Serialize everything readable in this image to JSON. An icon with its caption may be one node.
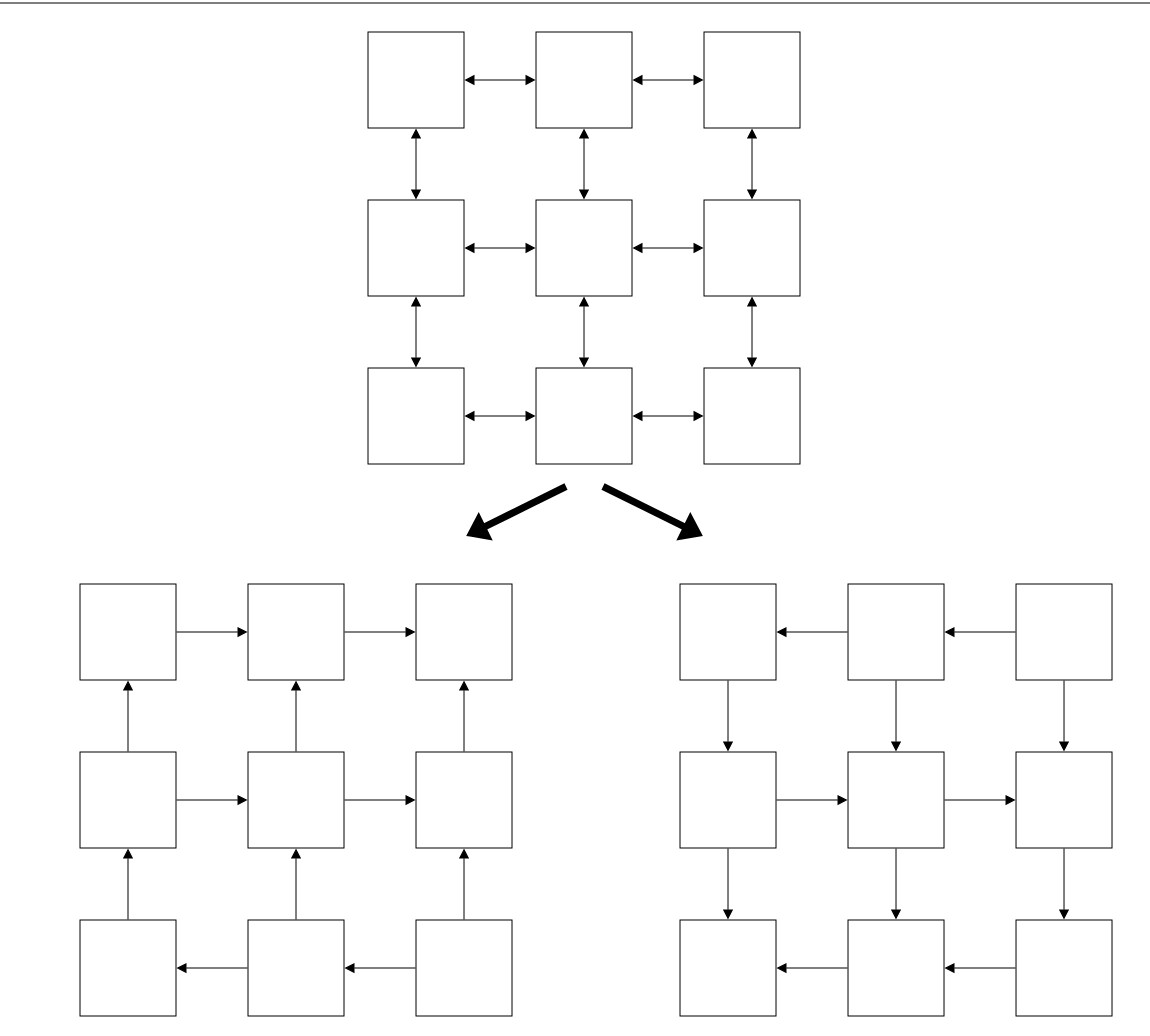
{
  "diagram": {
    "nodes": [
      {
        "text": [],
        "shape": "box"
      },
      {
        "text": [],
        "shape": "box"
      },
      {
        "text": [],
        "shape": "box"
      },
      {
        "text": [],
        "shape": "box"
      },
      {
        "text": [],
        "shape": "box"
      },
      {
        "text": [],
        "shape": "box"
      },
      {
        "text": [],
        "shape": "box"
      },
      {
        "text": [],
        "shape": "box"
      },
      {
        "text": [],
        "shape": "box"
      },
      {
        "text": [],
        "shape": "box"
      },
      {
        "text": [],
        "shape": "box"
      },
      {
        "text": [],
        "shape": "box"
      },
      {
        "text": [],
        "shape": "box"
      },
      {
        "text": [],
        "shape": "box"
      },
      {
        "text": [],
        "shape": "box"
      },
      {
        "text": [],
        "shape": "box"
      },
      {
        "text": [],
        "shape": "box"
      },
      {
        "text": [],
        "shape": "box"
      },
      {
        "text": [],
        "shape": "box"
      },
      {
        "text": [],
        "shape": "box"
      },
      {
        "text": [],
        "shape": "box"
      },
      {
        "text": [],
        "shape": "box"
      },
      {
        "text": [],
        "shape": "box"
      },
      {
        "text": [],
        "shape": "box"
      },
      {
        "text": [],
        "shape": "box"
      },
      {
        "text": [],
        "shape": "box"
      },
      {
        "text": [],
        "shape": "box"
      }
    ],
    "edges": [
      {
        "from": 0,
        "to": 1,
        "arrow": "both"
      },
      {
        "from": 1,
        "to": 2,
        "arrow": "both"
      },
      {
        "from": 0,
        "to": 3,
        "arrow": "both"
      },
      {
        "from": 1,
        "to": 4,
        "arrow": "both"
      },
      {
        "from": 2,
        "to": 5,
        "arrow": "both"
      },
      {
        "from": 3,
        "to": 4,
        "arrow": "both"
      },
      {
        "from": 4,
        "to": 5,
        "arrow": "both"
      },
      {
        "from": 3,
        "to": 6,
        "arrow": "both"
      },
      {
        "from": 4,
        "to": 7,
        "arrow": "both"
      },
      {
        "from": 5,
        "to": 8,
        "arrow": "both"
      },
      {
        "from": 6,
        "to": 7,
        "arrow": "both"
      },
      {
        "from": 7,
        "to": 8,
        "arrow": "both"
      },
      {
        "from": 7,
        "to": null,
        "arrow": "to",
        "style": "thick"
      },
      {
        "from": 7,
        "to": null,
        "arrow": "to",
        "style": "thick"
      },
      {
        "from": 9,
        "to": 10,
        "arrow": "to"
      },
      {
        "from": 10,
        "to": 11,
        "arrow": "to"
      },
      {
        "from": 12,
        "to": 9,
        "arrow": "to"
      },
      {
        "from": 13,
        "to": 10,
        "arrow": "to"
      },
      {
        "from": 14,
        "to": 11,
        "arrow": "to"
      },
      {
        "from": 12,
        "to": 13,
        "arrow": "to"
      },
      {
        "from": 13,
        "to": 14,
        "arrow": "to"
      },
      {
        "from": 15,
        "to": 12,
        "arrow": "to"
      },
      {
        "from": 16,
        "to": 13,
        "arrow": "to"
      },
      {
        "from": 17,
        "to": 14,
        "arrow": "to"
      },
      {
        "from": 16,
        "to": 15,
        "arrow": "to"
      },
      {
        "from": 17,
        "to": 16,
        "arrow": "to"
      },
      {
        "from": 19,
        "to": 18,
        "arrow": "to"
      },
      {
        "from": 20,
        "to": 19,
        "arrow": "to"
      },
      {
        "from": 18,
        "to": 21,
        "arrow": "to"
      },
      {
        "from": 19,
        "to": 22,
        "arrow": "to"
      },
      {
        "from": 20,
        "to": 23,
        "arrow": "to"
      },
      {
        "from": 21,
        "to": 22,
        "arrow": "to"
      },
      {
        "from": 22,
        "to": 23,
        "arrow": "to"
      },
      {
        "from": 21,
        "to": 24,
        "arrow": "to"
      },
      {
        "from": 22,
        "to": 25,
        "arrow": "to"
      },
      {
        "from": 23,
        "to": 26,
        "arrow": "to"
      },
      {
        "from": 25,
        "to": 24,
        "arrow": "to"
      },
      {
        "from": 26,
        "to": 25,
        "arrow": "to"
      }
    ]
  }
}
